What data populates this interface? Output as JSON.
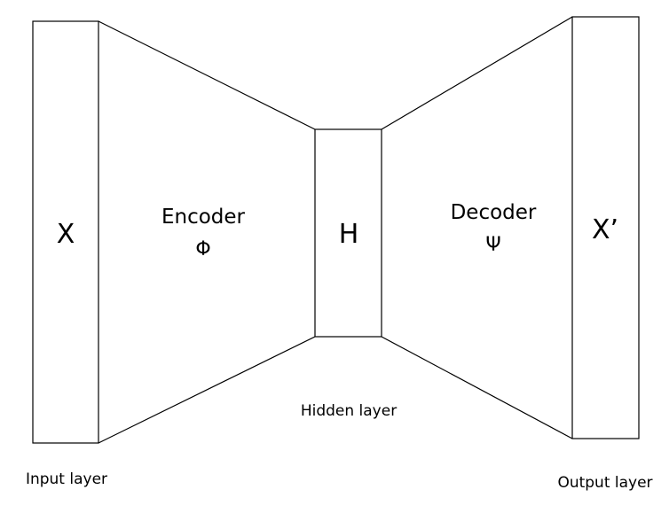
{
  "input_box": {
    "symbol": "X",
    "caption": "Input layer"
  },
  "encoder": {
    "label": "Encoder",
    "symbol": "Φ"
  },
  "hidden_box": {
    "symbol": "H",
    "caption": "Hidden layer"
  },
  "decoder": {
    "label": "Decoder",
    "symbol": "Ψ"
  },
  "output_box": {
    "symbol": "X’",
    "caption": "Output layer"
  },
  "colors": {
    "stroke": "#000000",
    "background": "#ffffff",
    "text": "#000000"
  }
}
